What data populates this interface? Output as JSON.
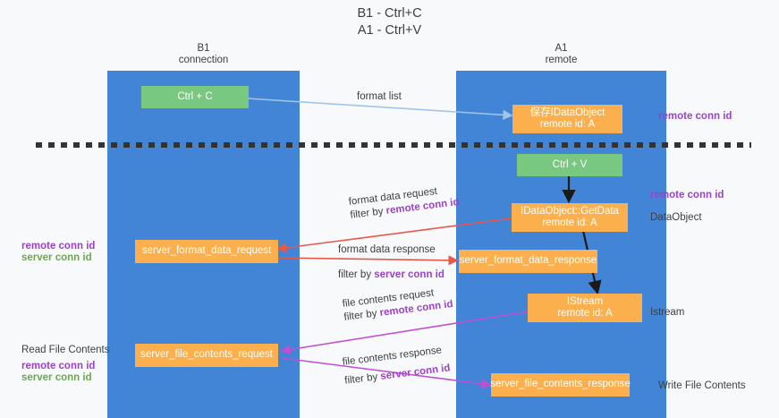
{
  "title": {
    "line1": "B1 - Ctrl+C",
    "line2": "A1 - Ctrl+V"
  },
  "columns": [
    {
      "name": "B1",
      "role": "connection"
    },
    {
      "name": "A1",
      "role": "remote"
    }
  ],
  "boxes": {
    "ctrl_c": "Ctrl + C",
    "ctrl_v": "Ctrl + V",
    "save_idataobject_l1": "保存IDataObject",
    "save_idataobject_l2": "remote id: A",
    "getdata_l1": "IDataObject::GetData",
    "getdata_l2": "remote id: A",
    "istream_l1": "IStream",
    "istream_l2": "remote id: A",
    "server_format_data_request": "server_format_data_request",
    "server_format_data_response": "server_format_data_response",
    "server_file_contents_request": "server_file_contents_request",
    "server_file_contents_response": "server_file_contents_response"
  },
  "arrow_labels": {
    "format_list": "format list",
    "format_data_request": "format data request",
    "format_data_request_filter_prefix": "filter by ",
    "format_data_request_filter_key": "remote conn id",
    "format_data_response": "format data response",
    "format_data_response_filter_prefix": "filter by ",
    "format_data_response_filter_key": "server conn id",
    "file_contents_request": "file contents request",
    "file_contents_request_filter_prefix": "filter by ",
    "file_contents_request_filter_key": "remote conn id",
    "file_contents_response": "file contents response",
    "file_contents_response_filter_prefix": "filter by ",
    "file_contents_response_filter_key": "server conn id"
  },
  "side_labels": {
    "right_remote_conn_id_top": "remote conn id",
    "right_remote_conn_id_mid": "remote conn id",
    "right_dataobject": "DataObject",
    "right_istream": "Istream",
    "right_write_file_contents": "Write File Contents",
    "left_remote_conn_id_mid": "remote conn id",
    "left_server_conn_id_mid": "server conn id",
    "left_read_file_contents": "Read File Contents",
    "left_remote_conn_id_bottom": "remote conn id",
    "left_server_conn_id_bottom": "server conn id"
  },
  "colors": {
    "lane": "#4285d6",
    "green_box": "#79c87f",
    "orange_box": "#fbb04d",
    "purple_text": "#9c42c8",
    "green_text": "#6aa84f",
    "arrow_blue": "#9fc5e8",
    "arrow_red": "#e8574a",
    "arrow_magenta": "#c14fd0",
    "arrow_black": "#1a1a1a",
    "divider": "#333333",
    "background": "#f8f9fa"
  }
}
